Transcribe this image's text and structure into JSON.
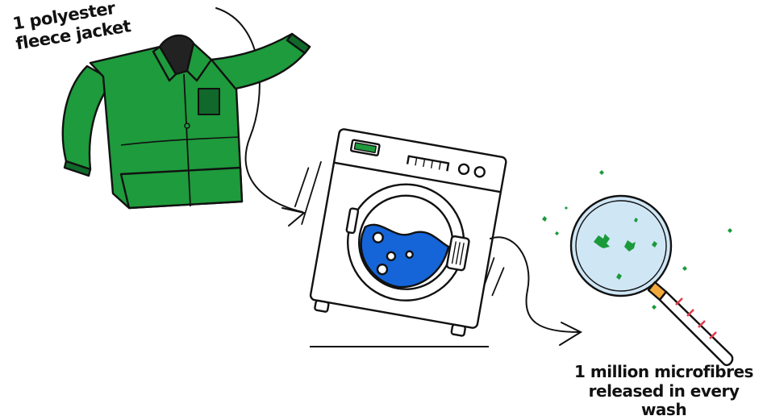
{
  "labels": {
    "jacket_line1": "1 polyester",
    "jacket_line2": "fleece jacket",
    "result_line1": "1 million microfibres",
    "result_line2": "released in every wash"
  },
  "colors": {
    "jacket_green": "#1e9b3c",
    "jacket_dark": "#10692a",
    "water_blue": "#1565d8",
    "lens_blue": "#cfe6f5",
    "fibre_green": "#1a9a3a",
    "handle_red": "#e23a4a",
    "outline": "#111111"
  },
  "icons": [
    "fleece-jacket-icon",
    "washing-machine-icon",
    "magnifying-glass-icon",
    "curved-arrow-icon"
  ]
}
